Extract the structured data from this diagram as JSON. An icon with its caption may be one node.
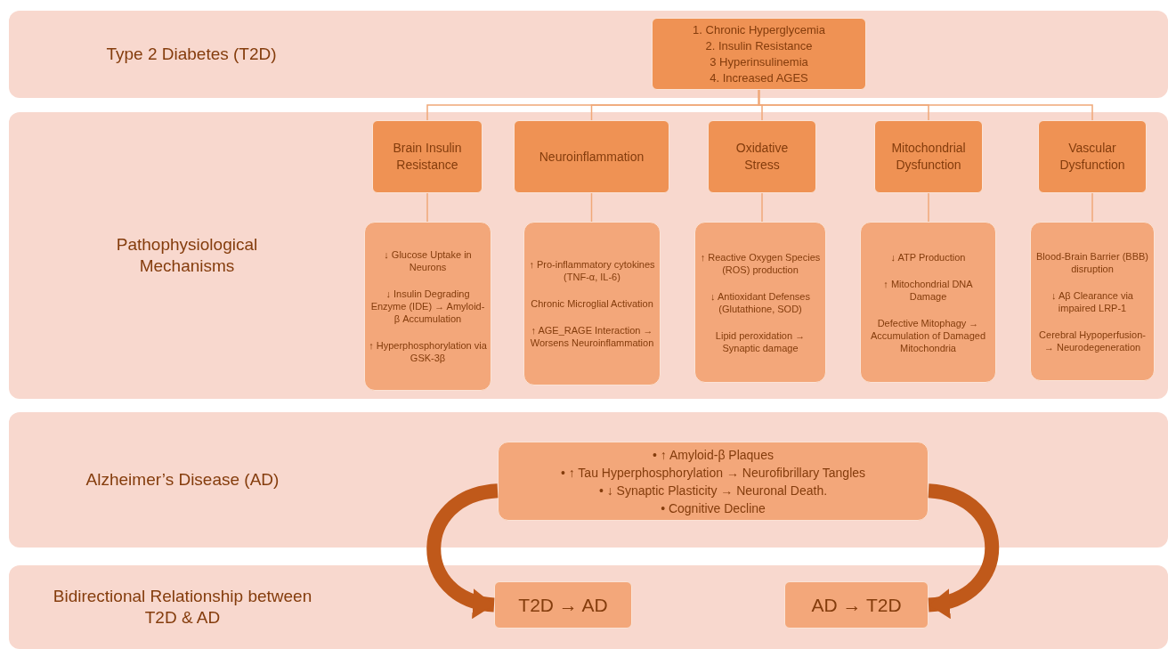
{
  "diagram": {
    "nodes": [
      {
        "text": [
          "Type 2 Diabetes (T2D)"
        ]
      },
      {
        "text": [
          "1. Chronic Hyperglycemia",
          "2. Insulin Resistance",
          "3 Hyperinsulinemia",
          "4. Increased AGES"
        ],
        "in": 0
      },
      {
        "text": [
          "Pathophysiological Mechanisms"
        ]
      },
      {
        "text": [
          "Brain Insulin Resistance"
        ],
        "in": 2
      },
      {
        "text": [
          "Neuroinflammation"
        ],
        "in": 2
      },
      {
        "text": [
          "Oxidative Stress"
        ],
        "in": 2
      },
      {
        "text": [
          "Mitochondrial Dysfunction"
        ],
        "in": 2
      },
      {
        "text": [
          "Vascular Dysfunction"
        ],
        "in": 2
      },
      {
        "text": [
          "↓ Glucose Uptake in Neurons",
          "↓ Insulin Degrading Enzyme (IDE) → Amyloid-β Accumulation",
          "↑ Hyperphosphorylation via GSK-3β"
        ],
        "in": 2
      },
      {
        "text": [
          "↑ Pro-inflammatory cytokines (TNF-α, IL-6)",
          "Chronic Microglial Activation",
          "↑ AGE_RAGE Interaction → Worsens Neuroinflammation"
        ],
        "in": 2
      },
      {
        "text": [
          "↑ Reactive Oxygen Species (ROS) production",
          "↓ Antioxidant Defenses (Glutathione, SOD)",
          "Lipid peroxidation → Synaptic damage"
        ],
        "in": 2
      },
      {
        "text": [
          "↓ ATP  Production",
          "↑ Mitochondrial DNA Damage",
          "Defective Mitophagy → Accumulation of Damaged Mitochondria"
        ],
        "in": 2
      },
      {
        "text": [
          "Blood-Brain Barrier (BBB) disruption",
          "↓ Aβ Clearance via impaired LRP-1",
          "Cerebral Hypoperfusion- → Neurodegeneration"
        ],
        "in": 2
      },
      {
        "text": [
          "Alzheimer’s Disease (AD)"
        ]
      },
      {
        "text": [
          "• ↑ Amyloid-β Plaques",
          "• ↑ Tau Hyperphosphorylation → Neurofibrillary Tangles",
          "• ↓ Synaptic Plasticity → Neuronal Death.",
          "• Cognitive Decline"
        ],
        "in": 13
      },
      {
        "text": [
          "Bidirectional Relationship between T2D & AD"
        ]
      },
      {
        "text": [
          "T2D → AD"
        ],
        "in": 15
      },
      {
        "text": [
          "AD → T2D"
        ],
        "in": 15
      }
    ],
    "edges": [
      {
        "from": 1,
        "to": 3,
        "arrow": "none"
      },
      {
        "from": 1,
        "to": 4,
        "arrow": "none"
      },
      {
        "from": 1,
        "to": 5,
        "arrow": "none"
      },
      {
        "from": 1,
        "to": 6,
        "arrow": "none"
      },
      {
        "from": 1,
        "to": 7,
        "arrow": "none"
      },
      {
        "from": 3,
        "to": 8,
        "arrow": "none"
      },
      {
        "from": 4,
        "to": 9,
        "arrow": "none"
      },
      {
        "from": 5,
        "to": 10,
        "arrow": "none"
      },
      {
        "from": 6,
        "to": 11,
        "arrow": "none"
      },
      {
        "from": 7,
        "to": 12,
        "arrow": "none"
      },
      {
        "from": 14,
        "to": 16,
        "arrow": "to",
        "style": "thick",
        "color": "#c0591a"
      },
      {
        "from": 14,
        "to": 17,
        "arrow": "to",
        "style": "thick",
        "color": "#c0591a"
      }
    ]
  }
}
